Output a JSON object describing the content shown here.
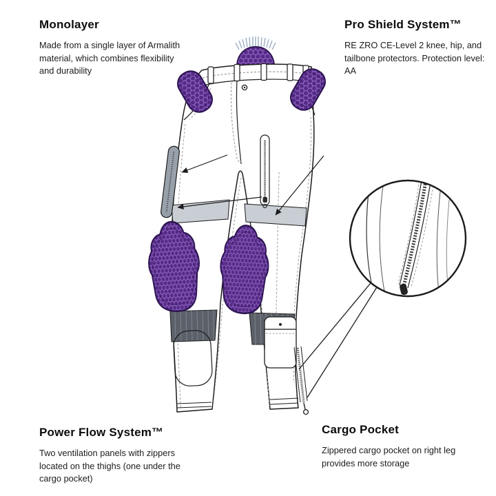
{
  "figure": {
    "type": "product-feature-diagram",
    "subject": "Motorcycle riding pants with protectors, ventilation zippers and cargo pocket"
  },
  "annotations": {
    "monolayer": {
      "title": "Monolayer",
      "body": "Made from a single layer of Armalith material, which combines flexibility and durability"
    },
    "pro_shield": {
      "title": "Pro Shield System™",
      "body": "RE ZRO CE-Level 2 knee, hip, and tailbone protectors. Protection level: AA"
    },
    "power_flow": {
      "title": "Power Flow System™",
      "body": "Two ventilation panels with zippers located on the thighs (one under the cargo pocket)"
    },
    "cargo_pocket": {
      "title": "Cargo Pocket",
      "body": "Zippered cargo pocket on right leg provides more storage"
    }
  },
  "colors": {
    "background": "#ffffff",
    "line": "#1b1b1b",
    "text": "#141414",
    "protector": "#562b88",
    "protector-outline": "#2e1552",
    "hexline": "#9268c6",
    "vent": "#98a1aa",
    "band": "#5c6169",
    "band-light": "#c9ced4",
    "bristle": "#93a9c0",
    "stitch": "#9a9a9a"
  }
}
